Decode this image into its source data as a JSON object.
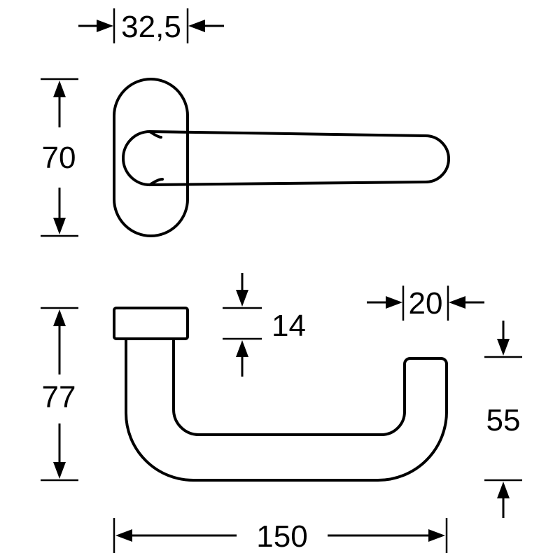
{
  "dimensions": {
    "rose_width": "32,5",
    "rose_height": "70",
    "handle_height": "77",
    "neck_thickness": "14",
    "end_width": "20",
    "end_drop": "55",
    "handle_length": "150"
  },
  "colors": {
    "line": "#000000",
    "background": "#ffffff"
  }
}
